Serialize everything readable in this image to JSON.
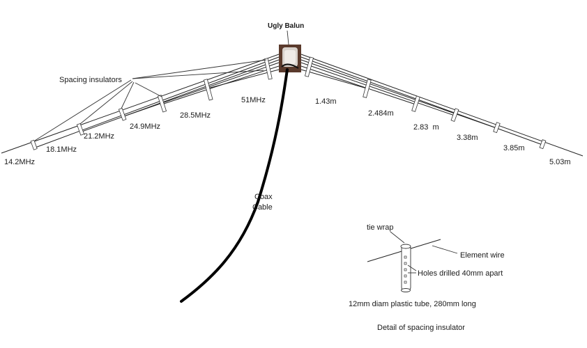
{
  "balun": {
    "label": "Ugly Balun"
  },
  "left_labels": {
    "spacing_insulators": "Spacing insulators",
    "bands": [
      "14.2MHz",
      "18.1MHz",
      "21.2MHz",
      "24.9MHz",
      "28.5MHz",
      "51MHz"
    ]
  },
  "right_labels": {
    "lengths": [
      "1.43m",
      "2.484m",
      "2.83  m",
      "3.38m",
      "3.85m",
      "5.03m"
    ]
  },
  "coax": {
    "line1": "Coax",
    "line2": "Cable"
  },
  "detail": {
    "tie_wrap": "tie wrap",
    "element_wire": "Element wire",
    "holes": "Holes drilled 40mm apart",
    "tube": "12mm diam plastic tube, 280mm long",
    "caption": "Detail of spacing insulator"
  }
}
